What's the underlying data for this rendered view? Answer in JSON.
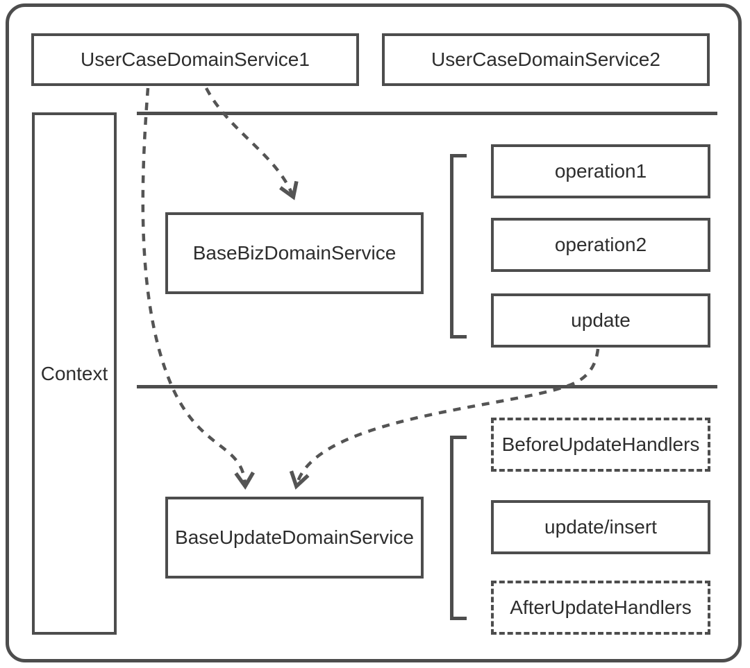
{
  "diagram": {
    "colors": {
      "line": "#4d4d4d",
      "arrow": "#545454",
      "text": "#2d2d2d",
      "background": "#ffffff"
    },
    "boxes": {
      "user_case_service_1": "UserCaseDomainService1",
      "user_case_service_2": "UserCaseDomainService2",
      "context": "Context",
      "base_biz_service": "BaseBizDomainService",
      "base_update_service": "BaseUpdateDomainService"
    },
    "biz_operations": [
      {
        "label": "operation1",
        "border": "solid"
      },
      {
        "label": "operation2",
        "border": "solid"
      },
      {
        "label": "update",
        "border": "solid"
      }
    ],
    "update_operations": [
      {
        "label": "BeforeUpdateHandlers",
        "border": "dashed"
      },
      {
        "label": "update/insert",
        "border": "solid"
      },
      {
        "label": "AfterUpdateHandlers",
        "border": "dashed"
      }
    ],
    "relations": [
      {
        "from": "UserCaseDomainService1",
        "to": "BaseBizDomainService",
        "style": "dashed-arrow"
      },
      {
        "from": "UserCaseDomainService1",
        "to": "BaseUpdateDomainService",
        "style": "dashed-arrow"
      },
      {
        "from": "update",
        "to": "BaseUpdateDomainService",
        "style": "dashed-arrow"
      }
    ]
  }
}
